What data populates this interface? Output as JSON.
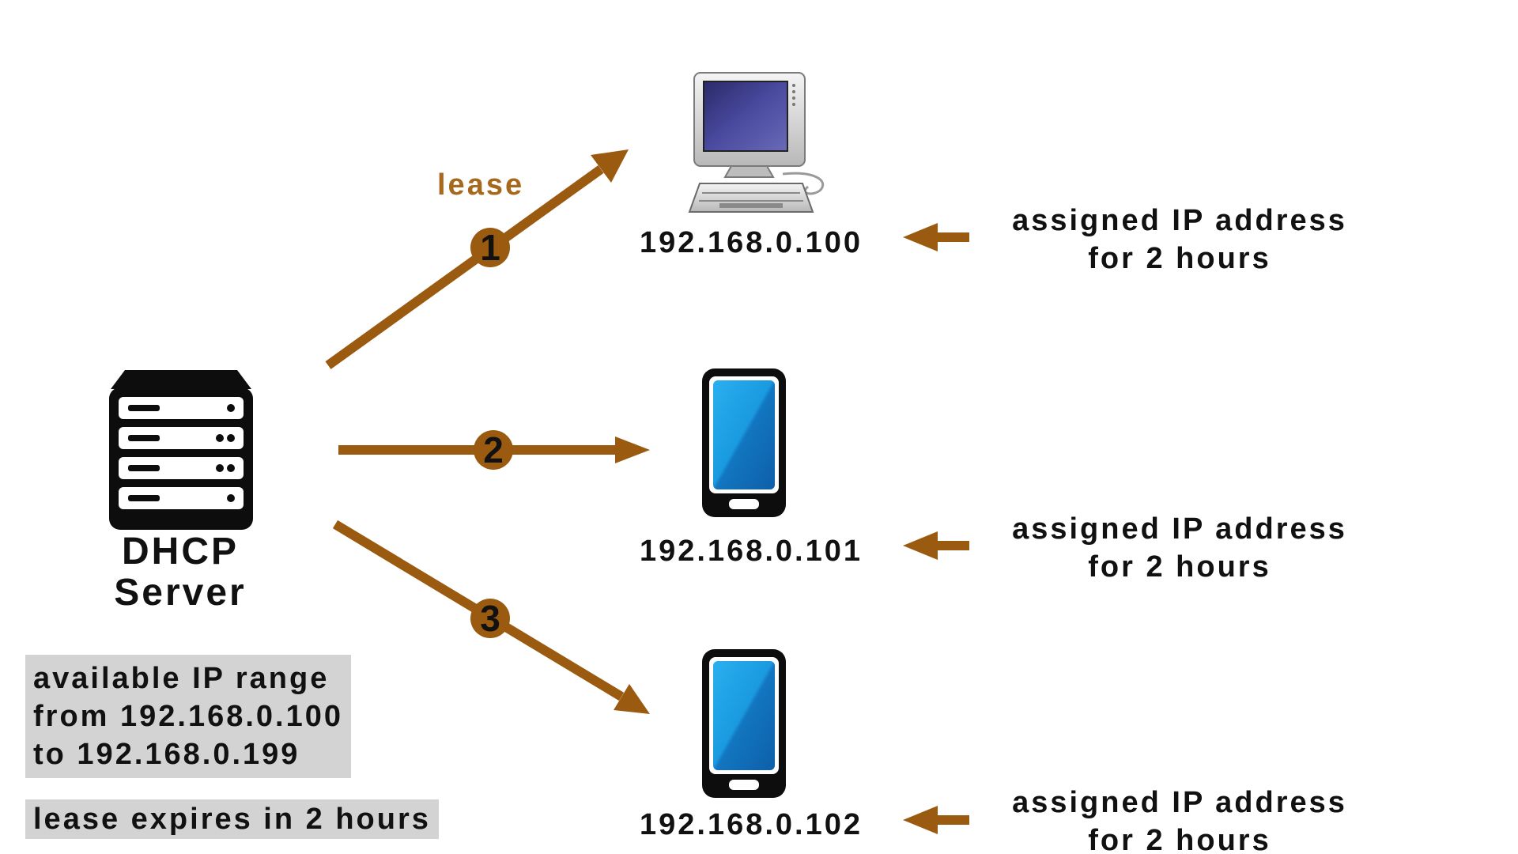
{
  "colors": {
    "arrow": "#9a5a0f",
    "lease_text": "#a8681c",
    "box_fill": "#d3d3d3",
    "text": "#111111",
    "phone_screen": "#1a8fd6",
    "monitor_screen": "#3a3a8c"
  },
  "server": {
    "icon": "server-rack-icon",
    "label_line1": "DHCP",
    "label_line2": "Server"
  },
  "lease_label": "lease",
  "range": {
    "line1": "available IP range",
    "line2": "from 192.168.0.100",
    "line3": "to 192.168.0.199"
  },
  "expiry": "lease expires in 2 hours",
  "clients": [
    {
      "step": "1",
      "icon": "desktop-computer-icon",
      "ip": "192.168.0.100",
      "assigned_line1": "assigned IP address",
      "assigned_line2": "for 2 hours"
    },
    {
      "step": "2",
      "icon": "smartphone-icon",
      "ip": "192.168.0.101",
      "assigned_line1": "assigned IP address",
      "assigned_line2": "for 2 hours"
    },
    {
      "step": "3",
      "icon": "smartphone-icon",
      "ip": "192.168.0.102",
      "assigned_line1": "assigned IP address",
      "assigned_line2": "for 2 hours"
    }
  ]
}
